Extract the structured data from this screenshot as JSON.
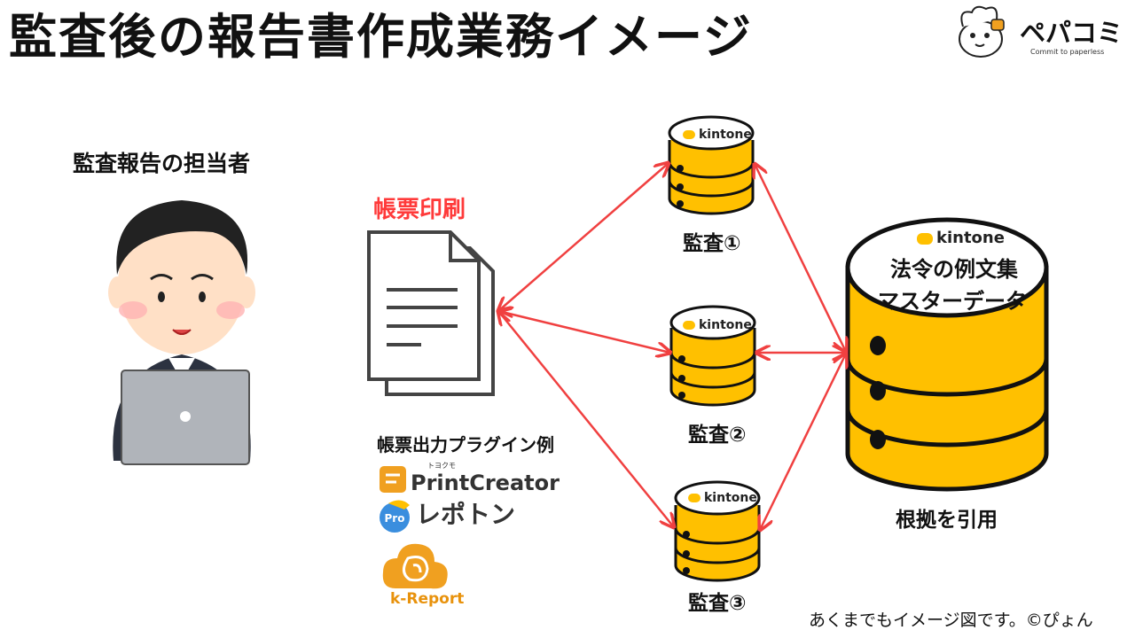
{
  "title": "監査後の報告書作成業務イメージ",
  "logo": {
    "name": "ペパコミ",
    "tagline": "Commit to paperless"
  },
  "person": {
    "label": "監査報告の担当者"
  },
  "print": {
    "label": "帳票印刷"
  },
  "plugins": {
    "title": "帳票出力プラグイン例",
    "items": [
      {
        "name": "PrintCreator",
        "kana": "トヨクモ"
      },
      {
        "name": "レポトン",
        "badge": "Pro"
      },
      {
        "name": "k-Report"
      }
    ]
  },
  "databases": [
    {
      "brand": "kintone",
      "label": "監査①"
    },
    {
      "brand": "kintone",
      "label": "監査②"
    },
    {
      "brand": "kintone",
      "label": "監査③"
    }
  ],
  "master": {
    "brand": "kintone",
    "line1": "法令の例文集",
    "line2": "マスターデータ",
    "label": "根拠を引用"
  },
  "note": "あくまでもイメージ図です。©ぴょん",
  "colors": {
    "arrow": "#f04040",
    "db_fill": "#ffc000",
    "accent": "#ff3a3a",
    "kreport": "#f0a020"
  }
}
